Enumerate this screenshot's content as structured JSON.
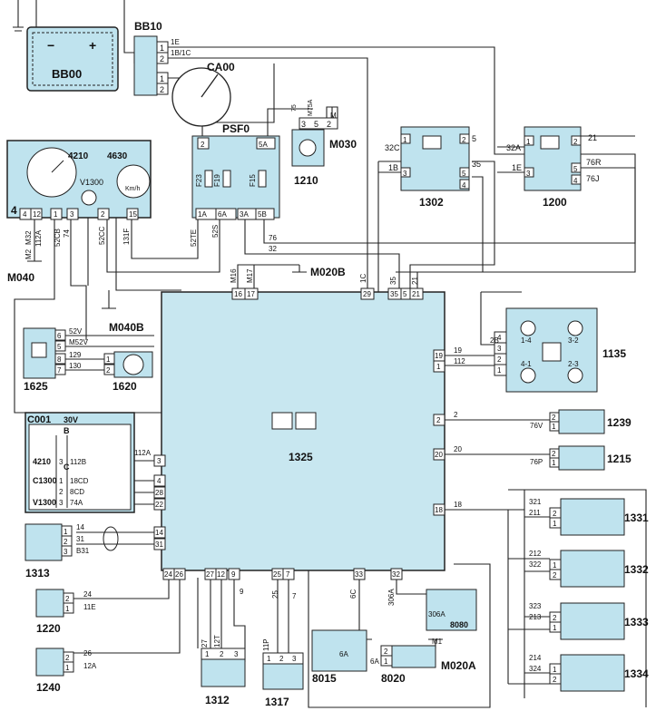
{
  "components": {
    "bb00": {
      "label": "BB00",
      "minus": "−",
      "plus": "+"
    },
    "bb10": {
      "label": "BB10",
      "pins": [
        "1",
        "2",
        "1",
        "2"
      ],
      "wires": [
        "1E",
        "1B/1C"
      ]
    },
    "ca00": {
      "label": "CA00"
    },
    "psf0": {
      "label": "PSF0",
      "pins": [
        "1A",
        "6A",
        "3A",
        "5B",
        "2",
        "5A"
      ],
      "fuses": [
        "F23",
        "F19",
        "F15"
      ]
    },
    "m030": {
      "label": "M030",
      "pins": [
        "3",
        "5",
        "2"
      ],
      "wires": [
        "75",
        "M75A",
        "M"
      ]
    },
    "r1210": {
      "label": "1210"
    },
    "r1302": {
      "label": "1302",
      "pins": [
        "1",
        "3",
        "2",
        "5",
        "4"
      ],
      "wires": [
        "32C",
        "1B",
        "5",
        "35"
      ]
    },
    "r1200": {
      "label": "1200",
      "pins": [
        "1",
        "3",
        "2",
        "5",
        "4"
      ],
      "wires": [
        "32A",
        "1E",
        "21",
        "76R",
        "76J"
      ]
    },
    "c4210": {
      "label": "4",
      "gauge": "4210",
      "speedo": "4630",
      "speedo_unit": "Km/h",
      "indicator": "V1300",
      "pins": [
        "4",
        "12",
        "1",
        "3",
        "2",
        "15"
      ],
      "wires": [
        "M32",
        "112A",
        "52CB",
        "74",
        "52CC",
        "131F"
      ]
    },
    "m040": {
      "label": "M040",
      "wire": "M2"
    },
    "m040b": {
      "label": "M040B"
    },
    "m020b": {
      "label": "M020B",
      "wires": [
        "M16",
        "M17"
      ]
    },
    "wires_psf0": [
      "52TE",
      "52S",
      "76",
      "32"
    ],
    "c1625": {
      "label": "1625",
      "pins": [
        "6",
        "5",
        "8",
        "7"
      ],
      "wires": [
        "52V",
        "M52V",
        "129",
        "130"
      ]
    },
    "c1620": {
      "label": "1620",
      "pins": [
        "1",
        "2"
      ]
    },
    "c001": {
      "label": "C001",
      "voltage": "30V",
      "row_b": "B",
      "row_c": "C",
      "rows": [
        {
          "name": "4210",
          "pin": "3",
          "wire": "112B"
        },
        {
          "name": "C1300",
          "pin": "1",
          "wire": "18CD"
        },
        {
          "name": "",
          "pin": "2",
          "wire": "8CD"
        },
        {
          "name": "V1300",
          "pin": "3",
          "wire": "74A"
        }
      ]
    },
    "ecu": {
      "label": "1325",
      "top_pins": [
        "16",
        "17",
        "29",
        "35",
        "5",
        "21"
      ],
      "right_pins": [
        "19",
        "1",
        "2",
        "20",
        "18"
      ],
      "left_pins": [
        "3",
        "4",
        "28",
        "22",
        "14",
        "31"
      ],
      "bottom_pins": [
        "24",
        "26",
        "27",
        "12",
        "9",
        "25",
        "7",
        "33",
        "32"
      ],
      "wires": [
        "1C",
        "35",
        "21",
        "112A",
        "19",
        "112",
        "2",
        "20",
        "18"
      ]
    },
    "c1135": {
      "label": "1135",
      "pins": [
        "4",
        "3",
        "2",
        "1"
      ],
      "wires": [
        "2B"
      ],
      "contacts": [
        "1-4",
        "3-2",
        "4-1",
        "2-3"
      ]
    },
    "c1239": {
      "label": "1239",
      "pins": [
        "2",
        "1"
      ],
      "wires": [
        "76V"
      ]
    },
    "c1215": {
      "label": "1215",
      "pins": [
        "2",
        "1"
      ],
      "wires": [
        "76P"
      ]
    },
    "c1313": {
      "label": "1313",
      "pins": [
        "1",
        "2",
        "3"
      ],
      "wires": [
        "14",
        "31",
        "B31"
      ]
    },
    "c1220": {
      "label": "1220",
      "pins": [
        "2",
        "1"
      ],
      "wires": [
        "24",
        "11E"
      ]
    },
    "c1240": {
      "label": "1240",
      "pins": [
        "2",
        "1"
      ],
      "wires": [
        "26",
        "12A"
      ]
    },
    "c1312": {
      "label": "1312",
      "pins": [
        "1",
        "2",
        "3"
      ],
      "wires": [
        "27",
        "12T"
      ]
    },
    "c1317": {
      "label": "1317",
      "pins": [
        "1",
        "2",
        "3"
      ],
      "wires": [
        "11P",
        "25"
      ]
    },
    "c8015": {
      "label": "8015",
      "wire": "6A"
    },
    "c8020": {
      "label": "8020",
      "pins": [
        "2",
        "1"
      ],
      "wires": [
        "6A",
        "M1"
      ]
    },
    "m020a": {
      "label": "M020A"
    },
    "c8080": {
      "label": "8080",
      "wire": "306A"
    },
    "ecu_bottom_wires": [
      "6C",
      "306A",
      "9",
      "7"
    ],
    "injectors": [
      {
        "label": "1331",
        "pins": [
          "2",
          "1"
        ],
        "wires": [
          "321",
          "211"
        ]
      },
      {
        "label": "1332",
        "pins": [
          "1",
          "2"
        ],
        "wires": [
          "212",
          "322"
        ]
      },
      {
        "label": "1333",
        "pins": [
          "2",
          "1"
        ],
        "wires": [
          "323",
          "213"
        ]
      },
      {
        "label": "1334",
        "pins": [
          "1",
          "2"
        ],
        "wires": [
          "214",
          "324"
        ]
      }
    ]
  }
}
